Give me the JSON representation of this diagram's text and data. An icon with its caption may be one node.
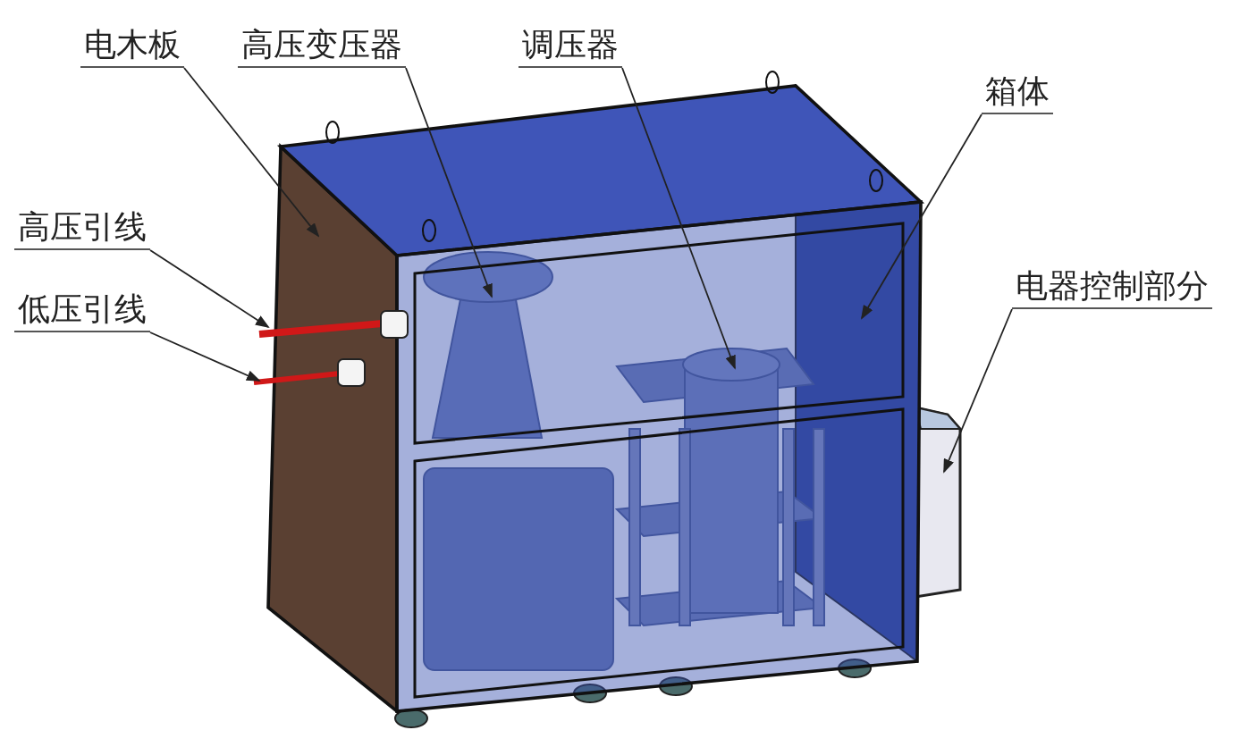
{
  "diagram": {
    "nodes": [
      {
        "text": [
          "电木板"
        ]
      },
      {
        "text": [
          "高压变压器"
        ]
      },
      {
        "text": [
          "调压器"
        ]
      },
      {
        "text": [
          "箱体"
        ]
      },
      {
        "text": [
          "高压引线"
        ]
      },
      {
        "text": [
          "低压引线"
        ]
      },
      {
        "text": [
          "电器控制部分"
        ]
      }
    ],
    "edges": [
      {
        "from": 0,
        "to": null,
        "arrow": "to"
      },
      {
        "from": 1,
        "to": null,
        "arrow": "to"
      },
      {
        "from": 2,
        "to": null,
        "arrow": "to"
      },
      {
        "from": 3,
        "to": null,
        "arrow": "to"
      },
      {
        "from": 4,
        "to": null,
        "arrow": "to"
      },
      {
        "from": 5,
        "to": null,
        "arrow": "to"
      },
      {
        "from": 6,
        "to": null,
        "arrow": "to"
      }
    ]
  }
}
